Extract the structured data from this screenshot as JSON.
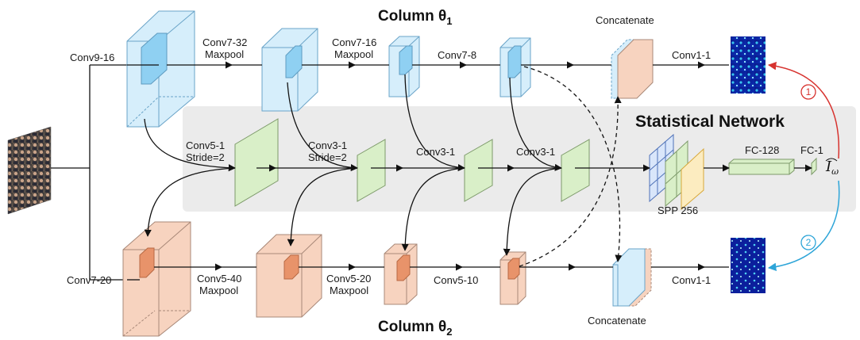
{
  "column_top": {
    "title": "Column ",
    "theta": "θ",
    "sub": "1"
  },
  "column_bottom": {
    "title": "Column ",
    "theta": "θ",
    "sub": "2"
  },
  "statistical_network": "Statistical Network",
  "top_labels": {
    "conv9_16": "Conv9-16",
    "conv7_32": "Conv7-32",
    "maxpool_1": "Maxpool",
    "conv7_16": "Conv7-16",
    "maxpool_2": "Maxpool",
    "conv7_8": "Conv7-8",
    "concatenate": "Concatenate",
    "conv1_1": "Conv1-1"
  },
  "middle_labels": {
    "conv5_1": "Conv5-1",
    "stride_1": "Stride=2",
    "conv3_1_a": "Conv3-1",
    "stride_2": "Stride=2",
    "conv3_1_b": "Conv3-1",
    "conv3_1_c": "Conv3-1",
    "spp": "SPP 256",
    "fc128": "FC-128",
    "fc1": "FC-1",
    "output_symbol": "I",
    "output_sub": "ω"
  },
  "bottom_labels": {
    "conv7_20": "Conv7-20",
    "conv5_40": "Conv5-40",
    "maxpool_1": "Maxpool",
    "conv5_20": "Conv5-20",
    "maxpool_2": "Maxpool",
    "conv5_10": "Conv5-10",
    "concatenate": "Concatenate",
    "conv1_1": "Conv1-1"
  },
  "badges": {
    "one": "1",
    "two": "2"
  },
  "colors": {
    "blue_fill": "#d6eefb",
    "blue_stroke": "#6aa4c8",
    "blue_inner": "#8fd0f2",
    "orange_fill": "#f7d3bf",
    "orange_stroke": "#a88878",
    "orange_inner": "#e8936a",
    "green_fill": "#d9efc8",
    "green_stroke": "#7d9a6a",
    "panel_bg": "#ebebeb",
    "badge_red": "#d7332f",
    "badge_blue": "#2ea5d8"
  }
}
